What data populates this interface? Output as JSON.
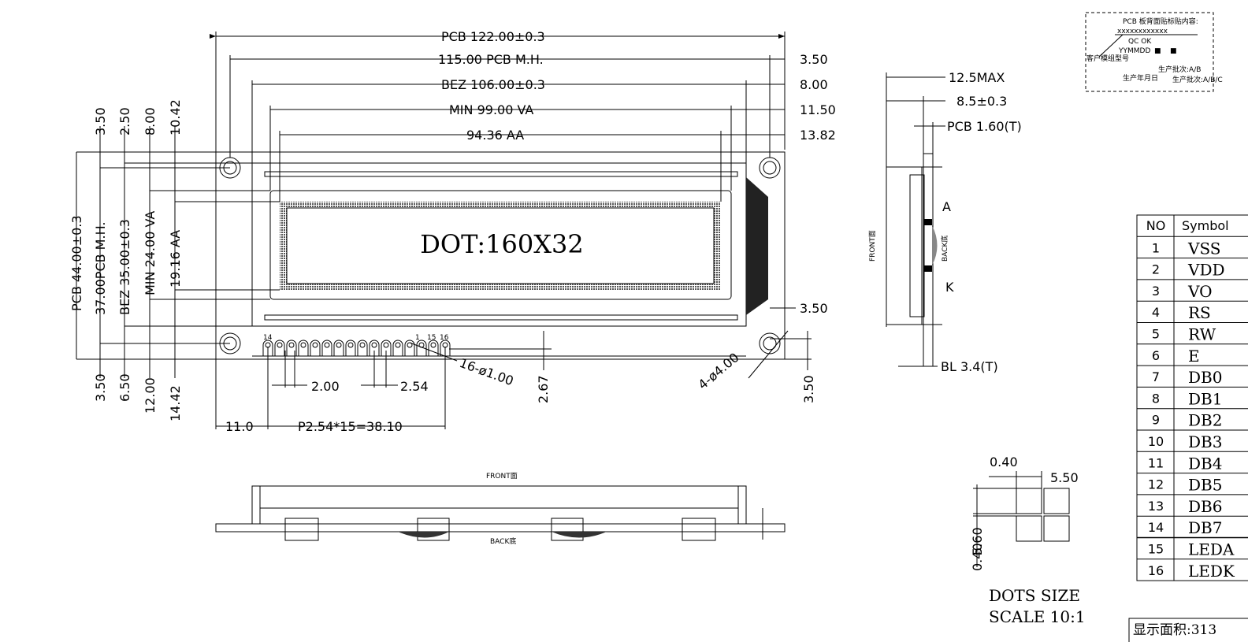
{
  "top_dims": [
    "PCB 122.00±0.3",
    "115.00 PCB M.H.",
    "BEZ 106.00±0.3",
    "MIN 99.00 VA",
    "94.36 AA"
  ],
  "right_dims": [
    "3.50",
    "8.00",
    "11.50",
    "13.82",
    "3.50",
    "3.50"
  ],
  "left_dims": [
    "PCB 44.00±0.3",
    "37.00PCB M.H.",
    "BEZ 35.00±0.3",
    "MIN 24.00 VA",
    "19.16 AA"
  ],
  "left_top": [
    "3.50",
    "2.50",
    "8.00",
    "10.42"
  ],
  "left_bottom": [
    "3.50",
    "6.50",
    "12.00",
    "14.42"
  ],
  "display_text": "DOT:160X32",
  "pin_labels": [
    "14",
    "1",
    "15",
    "16"
  ],
  "pin_dims": {
    "width": "2.00",
    "pitch": "2.54",
    "hole": "16-ø1.00",
    "height": "2.67",
    "offset": "11.0",
    "span": "P2.54*15=38.10",
    "mount": "4-ø4.00"
  },
  "side_view": {
    "max": "12.5MAX",
    "depth": "8.5±0.3",
    "pcb": "PCB 1.60(T)",
    "bl": "BL 3.4(T)",
    "a": "A",
    "k": "K",
    "front": "FRONT面",
    "back": "BACK底"
  },
  "bottom_view": {
    "front": "FRONT面",
    "back": "BACK底"
  },
  "label_box": {
    "title": "PCB 板背面贴标贴内容:",
    "code": "xxxxxxxxxxxx",
    "qc": "QC OK",
    "date": "YYMMDD",
    "mark1": "■",
    "mark2": "■",
    "customer": "客户模组型号",
    "mfg_date": "生产年月日",
    "batch1": "生产批次:A/B",
    "batch2": "生产批次:A/B/C"
  },
  "dots": {
    "pitch": "0.40",
    "width": "5.50",
    "height": "5.60",
    "gap": "0.40",
    "title": "DOTS SIZE",
    "scale": "SCALE 10:1"
  },
  "pin_table": {
    "headers": [
      "NO",
      "Symbol"
    ],
    "rows": [
      [
        "1",
        "VSS"
      ],
      [
        "2",
        "VDD"
      ],
      [
        "3",
        "VO"
      ],
      [
        "4",
        "RS"
      ],
      [
        "5",
        "RW"
      ],
      [
        "6",
        "E"
      ],
      [
        "7",
        "DB0"
      ],
      [
        "8",
        "DB1"
      ],
      [
        "9",
        "DB2"
      ],
      [
        "10",
        "DB3"
      ],
      [
        "11",
        "DB4"
      ],
      [
        "12",
        "DB5"
      ],
      [
        "13",
        "DB6"
      ],
      [
        "14",
        "DB7"
      ],
      [
        "15",
        "LEDA"
      ],
      [
        "16",
        "LEDK"
      ]
    ]
  },
  "area_label": "显示面积:313"
}
